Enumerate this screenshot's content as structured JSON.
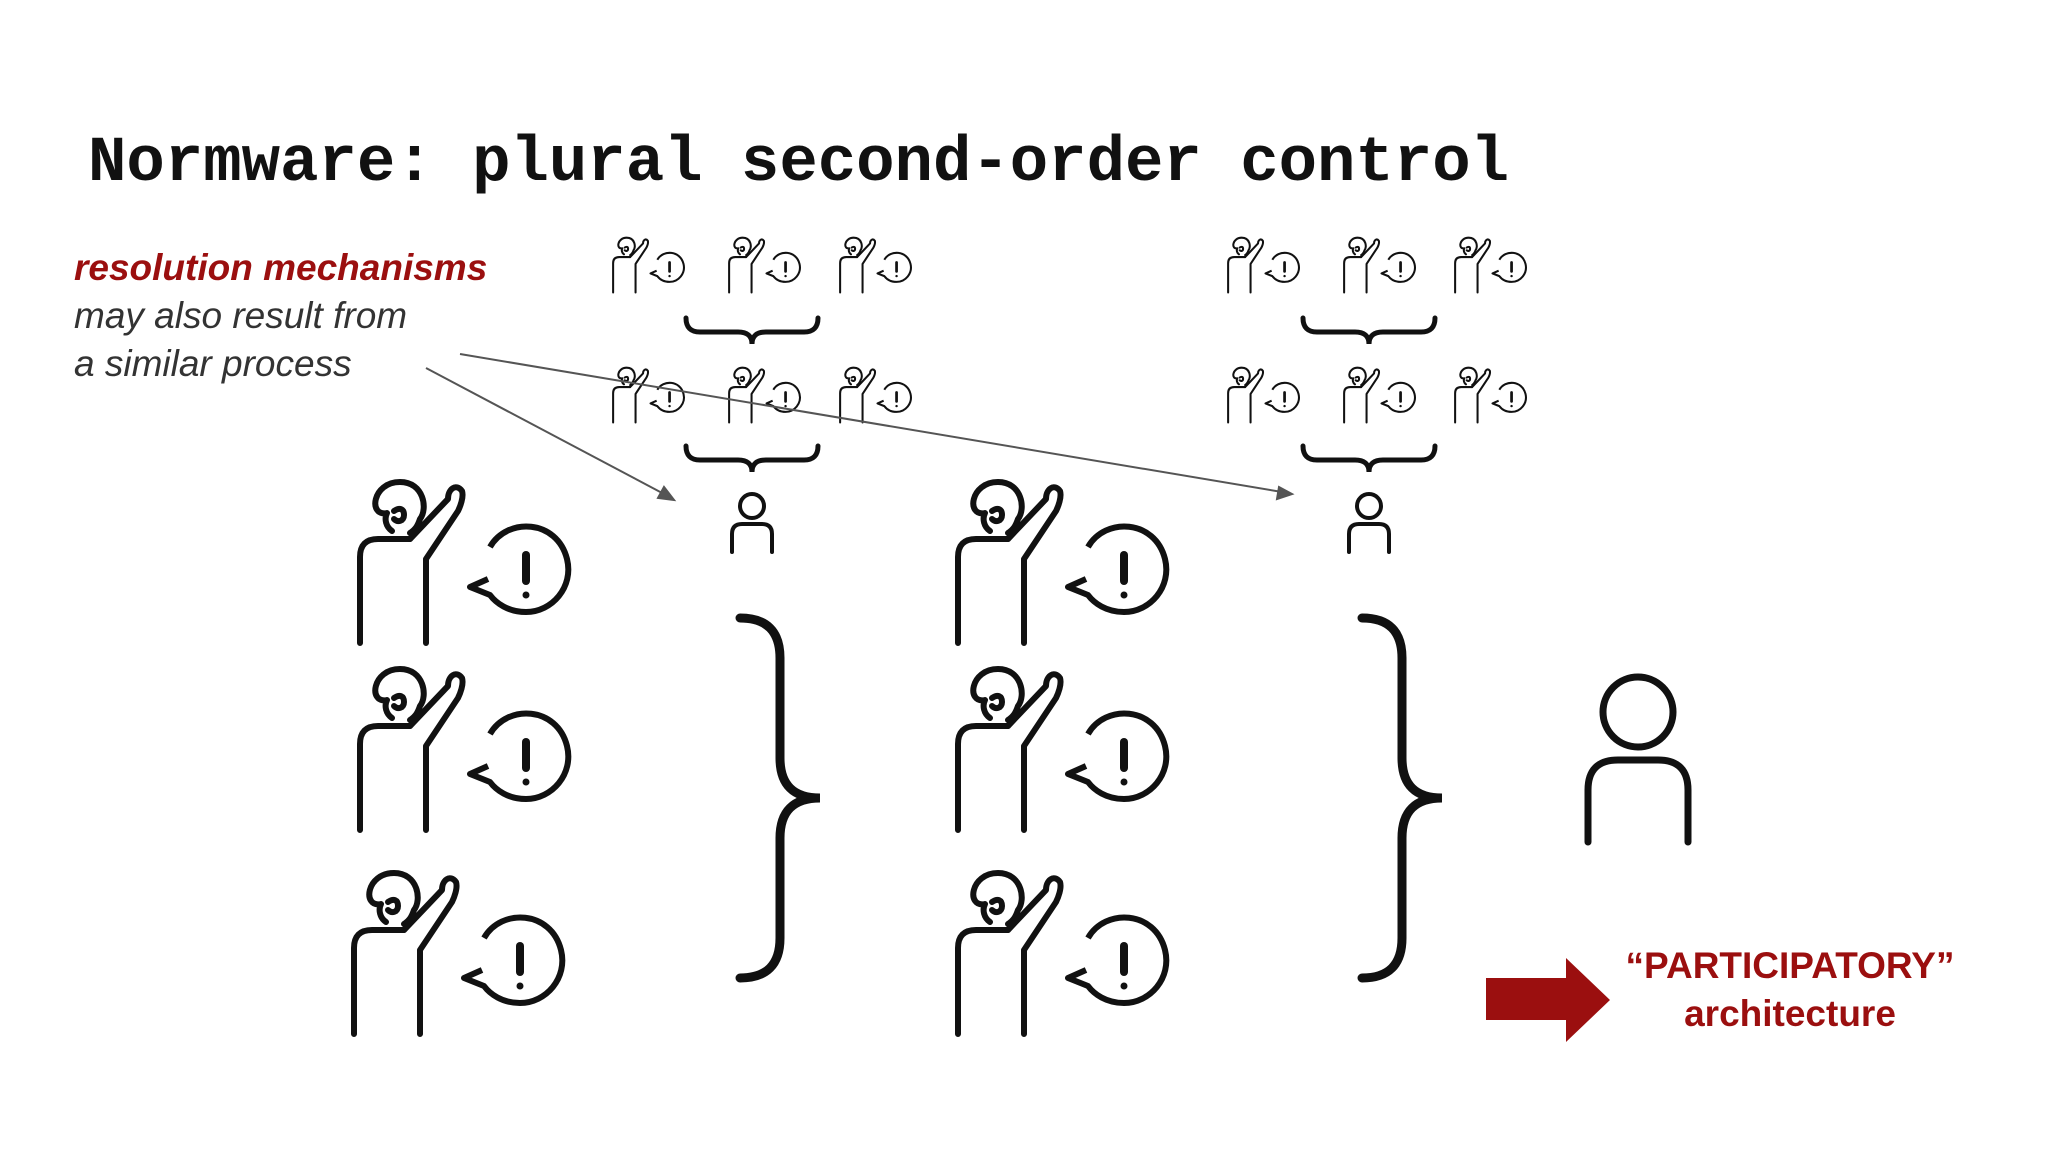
{
  "slide": {
    "title": "Normware: plural second-order control",
    "note": {
      "highlight": "resolution mechanisms",
      "line2": "may also result from",
      "line3": "a similar process"
    },
    "outcome": {
      "line1": "“PARTICIPATORY”",
      "line2": "architecture"
    },
    "accent_color": "#9b0f0f",
    "icons": [
      "raised-hand-person-icon",
      "exclamation-speech-bubble-icon",
      "curly-brace-icon",
      "person-icon",
      "arrow-right-icon"
    ]
  }
}
